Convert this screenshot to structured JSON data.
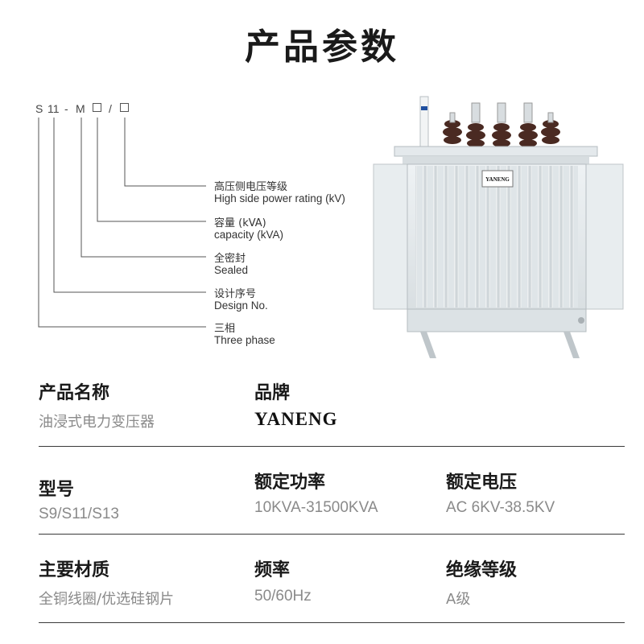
{
  "page_title": "产品参数",
  "model_code": {
    "chars": [
      "S",
      "11",
      "-",
      "M",
      "/"
    ]
  },
  "legend": [
    {
      "cn": "高压侧电压等级",
      "en": "High side power rating (kV)"
    },
    {
      "cn": "容量 (kVA)",
      "en": "capacity (kVA)"
    },
    {
      "cn": "全密封",
      "en": "Sealed"
    },
    {
      "cn": "设计序号",
      "en": "Design No."
    },
    {
      "cn": "三相",
      "en": "Three phase"
    }
  ],
  "product_image": {
    "brand_plate": "YANENG",
    "body_color": "#e6ebee"
  },
  "specs": {
    "product_name": {
      "label": "产品名称",
      "value": "油浸式电力变压器"
    },
    "brand": {
      "label": "品牌",
      "value": "YANENG"
    },
    "model": {
      "label": "型号",
      "value": "S9/S11/S13"
    },
    "rated_power": {
      "label": "额定功率",
      "value": "10KVA-31500KVA"
    },
    "rated_voltage": {
      "label": "额定电压",
      "value": "AC 6KV-38.5KV"
    },
    "material": {
      "label": "主要材质",
      "value": "全铜线圈/优选硅钢片"
    },
    "frequency": {
      "label": "频率",
      "value": "50/60Hz"
    },
    "insulation": {
      "label": "绝缘等级",
      "value": "A级"
    }
  },
  "colors": {
    "heading": "#1a1a1a",
    "value": "#8a8a8a",
    "rule": "#3a3a3a"
  }
}
